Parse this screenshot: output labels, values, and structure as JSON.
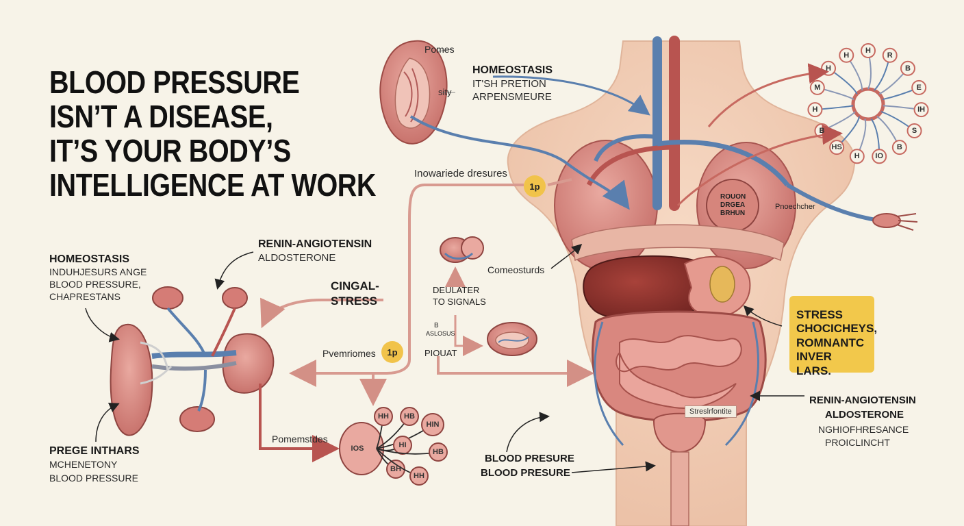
{
  "title": {
    "lines": [
      "BLOOD PRESSURE",
      "ISN’T A DISEASE,",
      "IT’S YOUR BODY’S",
      "INTELLIGENCE AT WORK"
    ]
  },
  "labels": {
    "pomes": "Pomes",
    "sity": "sity",
    "homeostasis_top_1": "HOMEOSTASIS",
    "homeostasis_top_2": "IT'SH PRETION",
    "homeostasis_top_3": "ARPENSMEURE",
    "inowariede": "Inowariede dresures",
    "badge_1p_top": "1p",
    "badge_1p_mid": "1p",
    "renin_left_1": "RENIN-ANGIOTENSIN",
    "renin_left_2": "ALDOSTERONE",
    "homeostasis_left_1": "HOMEOSTASIS",
    "homeostasis_left_2": "INDUHJESURS ANGE",
    "homeostasis_left_3": "BLOOD PRESSURE,",
    "homeostasis_left_4": "CHAPRESTANS",
    "cingal_1": "CINGAL-",
    "cingal_2": "STRESS",
    "comeosturds": "Comeosturds",
    "deulater_1": "DEULATER",
    "deulater_2": "TO SIGNALS",
    "b_small": "B",
    "aslosus": "ASLOSUS",
    "piouat": "PIOUAT",
    "pvemriomes": "Pvemriomes",
    "pomemstdes": "Pomemstdes",
    "prege_1": "PREGE INTHARS",
    "prege_2": "MCHENETONY",
    "prege_3": "BLOOD PRESSURE",
    "blood_presure_1": "BLOOD PRESURE",
    "blood_presure_2": "BLOOD PRESURE",
    "streslrfontite": "Streslrfontite",
    "renin_right_1": "RENIN-ANGIOTENSIN",
    "renin_right_2": "ALDOSTERONE",
    "renin_right_3": "NGHIOFHRESANCE",
    "renin_right_4": "PROICLINCHT",
    "pnoechcher": "Pnoechcher",
    "rouon_1": "ROUON",
    "rouon_2": "DRGEA",
    "rouon_3": "BRHUN",
    "stress_box_1": "STRESS",
    "stress_box_2": "CHOCICHEYS,",
    "stress_box_3": "ROMNANTC",
    "stress_box_4": "INVER LARS."
  },
  "network_top_right": {
    "nodes": [
      "H",
      "R",
      "B",
      "E",
      "IH",
      "S",
      "B",
      "IO",
      "H",
      "HS",
      "B",
      "H",
      "M",
      "H",
      "H"
    ]
  },
  "network_bottom": {
    "center": "IOS",
    "nodes": [
      "HH",
      "HB",
      "HIN",
      "HI",
      "HB",
      "BH",
      "HH"
    ]
  },
  "colors": {
    "background": "#f7f3e8",
    "organ": "#d98c86",
    "organ_dark": "#b05a58",
    "vessel_blue": "#5a7fae",
    "vessel_red": "#b85450",
    "arrow_pink": "#d89a90",
    "accent_yellow": "#f2c84b"
  }
}
